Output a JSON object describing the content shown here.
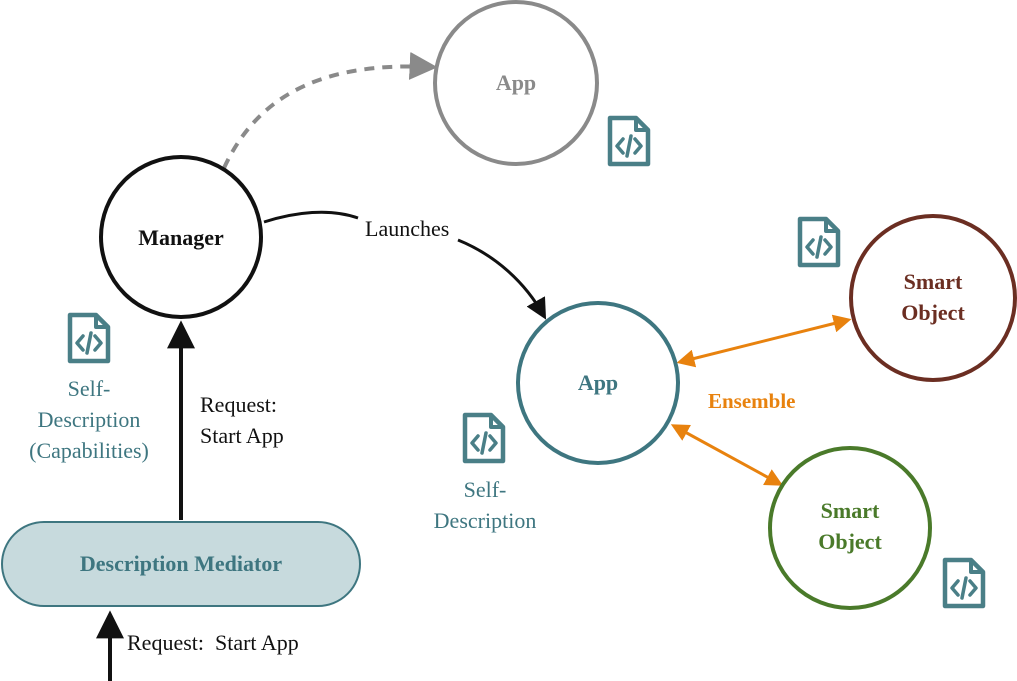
{
  "colors": {
    "black": "#111111",
    "gray": "#8a8a8a",
    "teal": "#3e7680",
    "doc_icon": "#4a7f87",
    "brown": "#6b2e22",
    "green": "#4a7a2a",
    "orange": "#e8820e",
    "mediator_fill": "#c7dadd",
    "mediator_stroke": "#3e7680"
  },
  "icons": {
    "document_code": "file-code-icon"
  },
  "nodes": {
    "manager": "Manager",
    "app_future": "App",
    "app_main": "App",
    "smart_object_1": [
      "Smart",
      "Object"
    ],
    "smart_object_2": [
      "Smart",
      "Object"
    ],
    "mediator": "Description Mediator"
  },
  "labels": {
    "launches": "Launches",
    "request_start_app_upper": [
      "Request:",
      "Start App"
    ],
    "request_start_app_lower": "Request:  Start App",
    "ensemble": "Ensemble",
    "self_description_capabilities": [
      "Self-",
      "Description",
      "(Capabilities)"
    ],
    "self_description_app": [
      "Self-",
      "Description"
    ]
  }
}
